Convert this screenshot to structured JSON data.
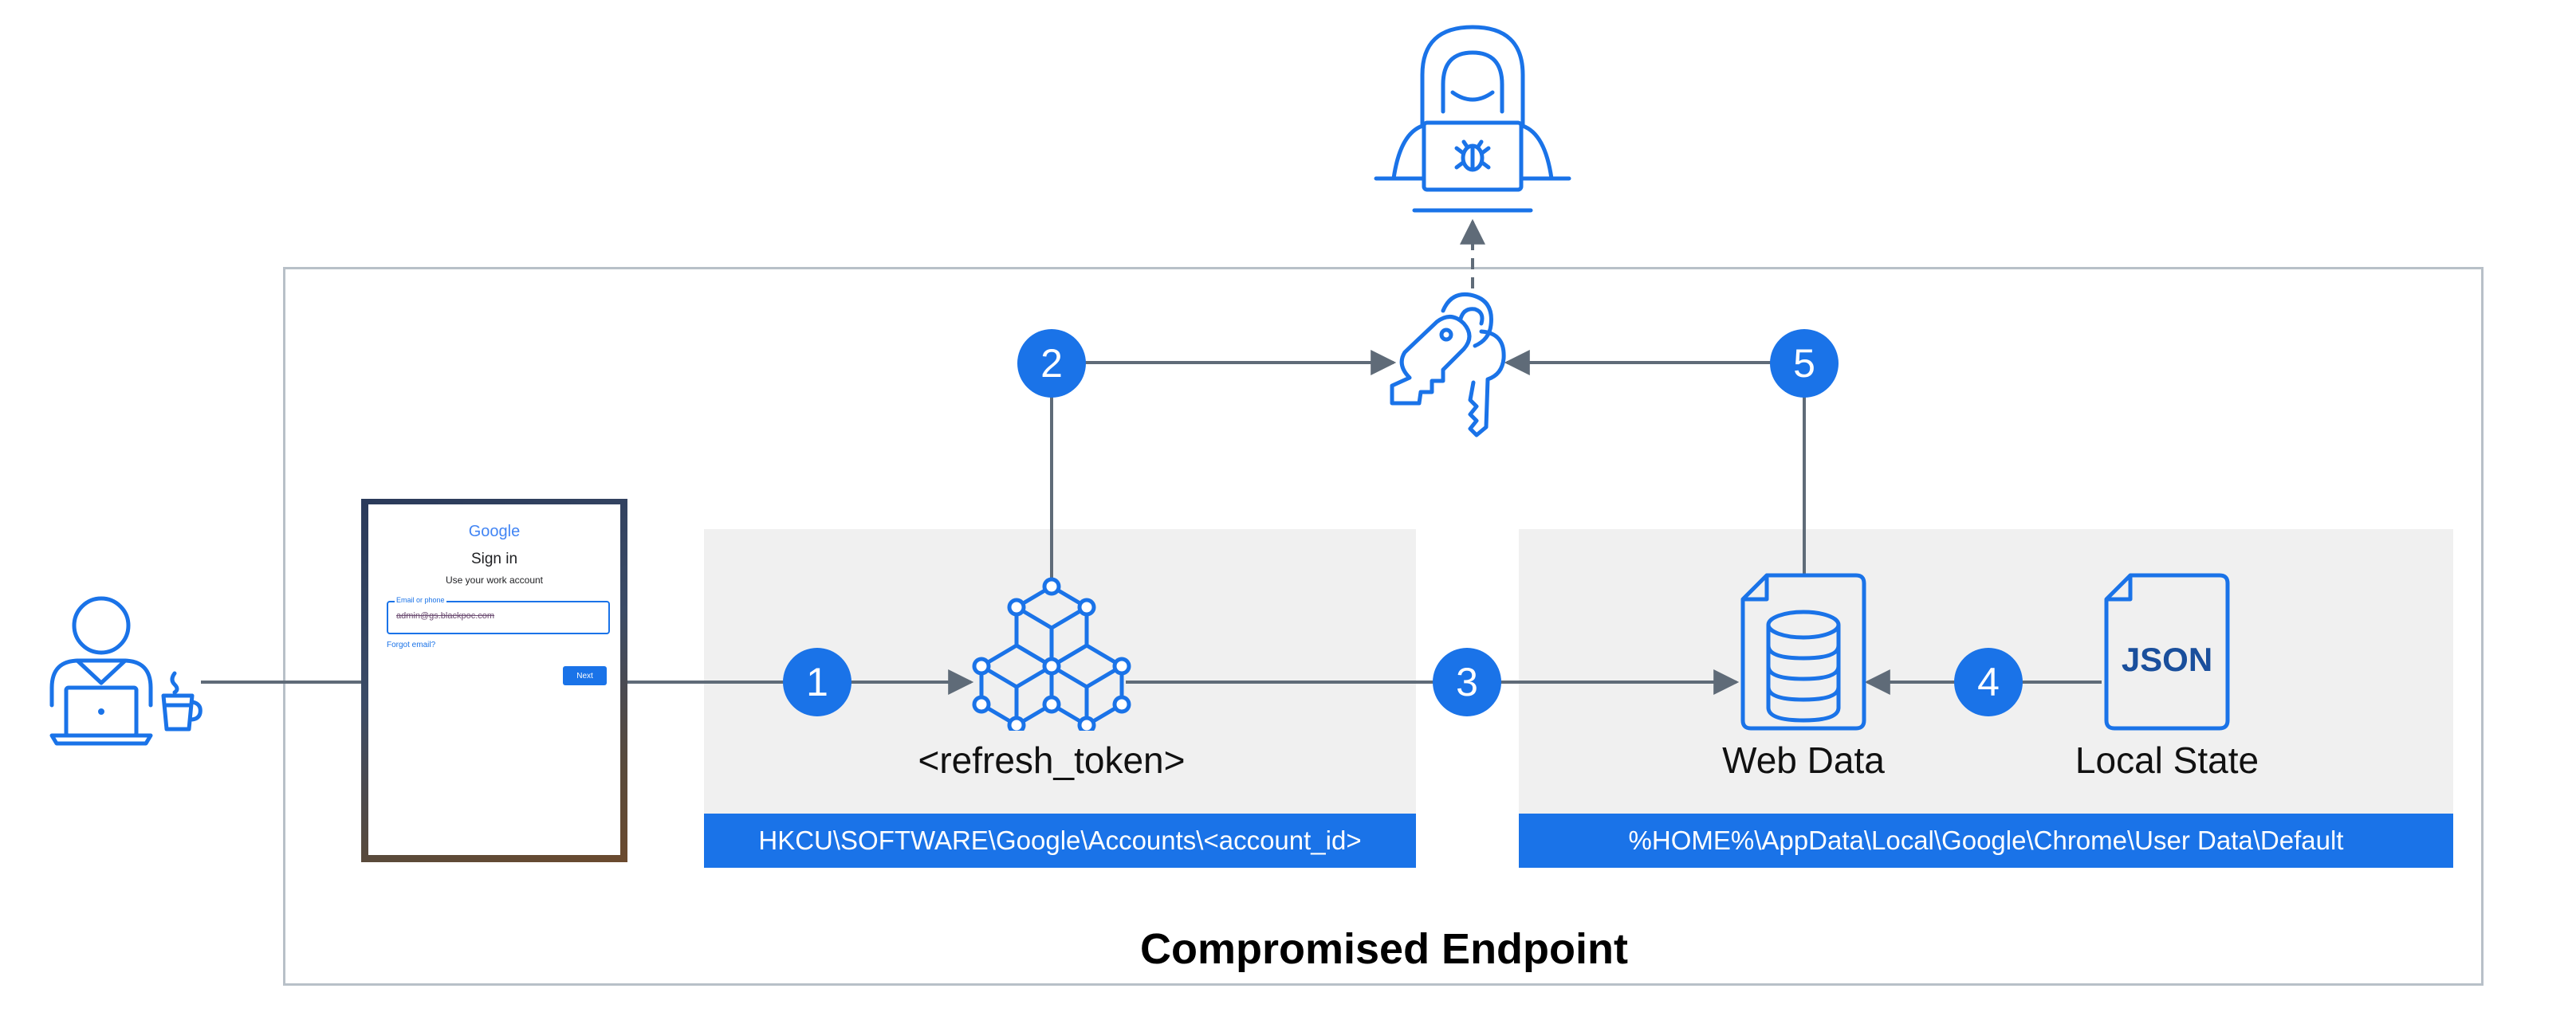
{
  "endpoint": {
    "title": "Compromised Endpoint"
  },
  "signin": {
    "logo": "Google",
    "title": "Sign in",
    "subtitle": "Use your work account",
    "field_label": "Email or phone",
    "field_value": "admin@gs.blackpoc.com",
    "forgot_link": "Forgot email?",
    "next_label": "Next"
  },
  "registry": {
    "token_label": "<refresh_token>",
    "path": "HKCU\\SOFTWARE\\Google\\Accounts\\<account_id>"
  },
  "chrome": {
    "web_data_label": "Web Data",
    "local_state_label": "Local State",
    "json_badge": "JSON",
    "path": "%HOME%\\AppData\\Local\\Google\\Chrome\\User Data\\Default"
  },
  "steps": [
    "1",
    "2",
    "3",
    "4",
    "5"
  ],
  "icons": {
    "user": "user-laptop-icon",
    "attacker": "hacker-icon",
    "keys": "keys-icon",
    "token": "cube-network-icon",
    "database": "database-file-icon",
    "json_file": "json-file-icon"
  },
  "colors": {
    "accent": "#1a73e8",
    "connector": "#5f6b78",
    "panel": "#f0f0f0",
    "border": "#b8c0c8"
  }
}
